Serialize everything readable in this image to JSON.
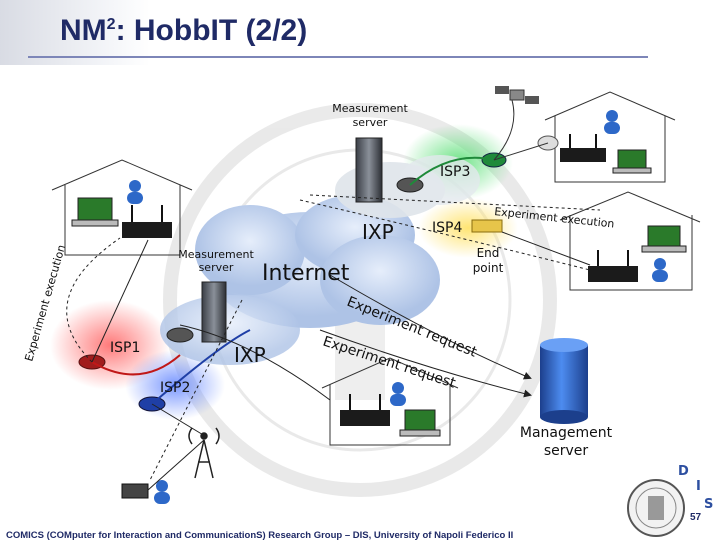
{
  "slide": {
    "title_main": "NM",
    "title_sup": "2",
    "title_rest": ": HobbIT (2/2)",
    "footer": "COMICS (COMputer for Interaction and CommunicationS) Research Group – DIS, University of Napoli Federico II",
    "page_number": "57"
  },
  "diagram": {
    "internet": "Internet",
    "ixp_top": "IXP",
    "ixp_bottom": "IXP",
    "isp1": "ISP1",
    "isp2": "ISP2",
    "isp3": "ISP3",
    "isp4": "ISP4",
    "measurement_server_top_l1": "Measurement",
    "measurement_server_top_l2": "server",
    "measurement_server_left_l1": "Measurement",
    "measurement_server_left_l2": "server",
    "end_point_l1": "End",
    "end_point_l2": "point",
    "experiment_execution_left": "Experiment execution",
    "experiment_execution_right": "Experiment execution",
    "experiment_request_1": "Experiment request",
    "experiment_request_2": "Experiment request",
    "management_server_l1": "Management",
    "management_server_l2": "server",
    "logo_letters": [
      "D",
      "I",
      "S"
    ]
  },
  "colors": {
    "title": "#1f2a66",
    "cloud": "#c9d7ee",
    "isp1_glow": "#ff6b6b",
    "isp2_glow": "#6b8cff",
    "isp3_glow": "#5fe07a",
    "isp4_glow": "#ffe36b",
    "mgmt_blue": "#2b64c8"
  }
}
